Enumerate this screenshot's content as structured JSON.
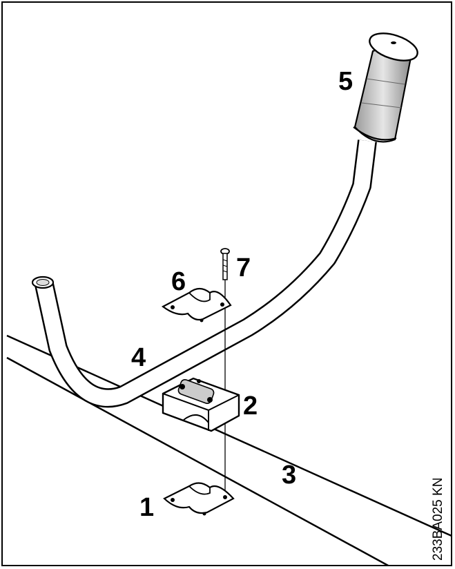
{
  "callouts": {
    "one": "1",
    "two": "2",
    "three": "3",
    "four": "4",
    "five": "5",
    "six": "6",
    "seven": "7"
  },
  "drawing_code": "233BA025 KN",
  "colors": {
    "line": "#000000",
    "fill": "#ffffff",
    "grip_shade": "#cfcfcf"
  }
}
